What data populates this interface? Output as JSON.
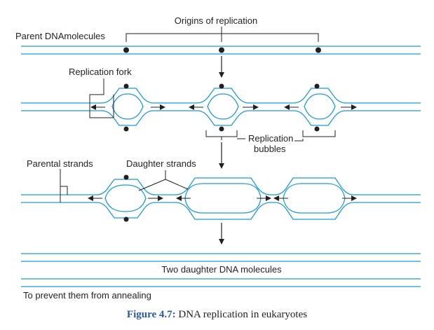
{
  "labels": {
    "origins": "Origins of replication",
    "parent_molecules": "Parent DNAmolecules",
    "replication_fork": "Replication fork",
    "replication_bubbles_1": "Replication",
    "replication_bubbles_2": "bubbles",
    "parental_strands": "Parental strands",
    "daughter_strands": "Daughter strands",
    "two_daughter": "Two daughter DNA molecules",
    "annealing_note": "To prevent them from annealing"
  },
  "caption": {
    "number": "Figure 4.7:",
    "text": "DNA replication in eukaryotes"
  },
  "colors": {
    "strand": "#1e9bd7",
    "text": "#231f20",
    "caption_accent": "#2a5aa8"
  }
}
